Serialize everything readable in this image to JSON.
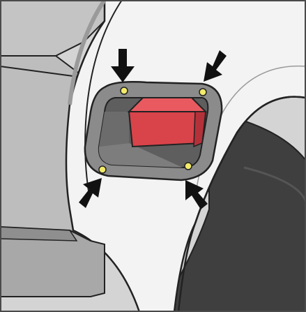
{
  "illustration": {
    "subject": "tail-light-bezel-mounting-screws",
    "screw_count": 4,
    "arrow_count": 4,
    "colors": {
      "frame_border": "#4a4a4a",
      "background_gray": "#c9c9c9",
      "body_panel_white": "#f4f4f4",
      "bezel_gray": "#8a8a8a",
      "recess_dark": "#5a5a5a",
      "lamp_red": "#d9434a",
      "lamp_red_top": "#e85a60",
      "screw_yellow": "#f2ea6a",
      "arrow_black": "#111111",
      "tire_dark": "#3d3d3d",
      "bumper_gray": "#a9a9a9"
    },
    "icons": [
      "down-arrow-icon",
      "up-arrow-icon",
      "screw-icon",
      "tail-lamp-icon"
    ]
  }
}
